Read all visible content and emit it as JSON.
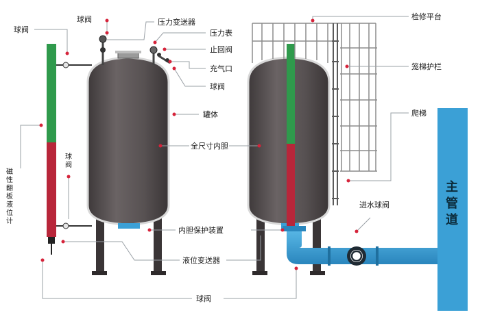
{
  "labels": {
    "ball_valve_top": "球阀",
    "pressure_transmitter": "压力变送器",
    "ball_valve_left": "球阀",
    "pressure_gauge": "压力表",
    "check_valve": "止回阀",
    "charge_port": "充气口",
    "ball_valve_right": "球阀",
    "tank_body": "罐体",
    "full_bladder": "全尺寸内胆",
    "ball_valve_mid": "球阀",
    "bladder_protector": "内胆保护装置",
    "level_transmitter": "液位变送器",
    "ball_valve_bottom": "球阀",
    "magnetic_level_gauge": "磁性翻板液位计",
    "maintenance_platform": "检修平台",
    "cage_guardrail": "笼梯护栏",
    "ladder": "爬梯",
    "inlet_ball_valve": "进水球阀",
    "main_pipe": "主管道"
  },
  "colors": {
    "tank": "#5b5556",
    "tank_edge": "#2e2a2b",
    "gauge_green": "#2f9a4c",
    "gauge_red": "#b8263a",
    "pipe_blue": "#3ba0d6",
    "leader_red": "#d6233a",
    "leader_line": "#9aa0a6"
  }
}
